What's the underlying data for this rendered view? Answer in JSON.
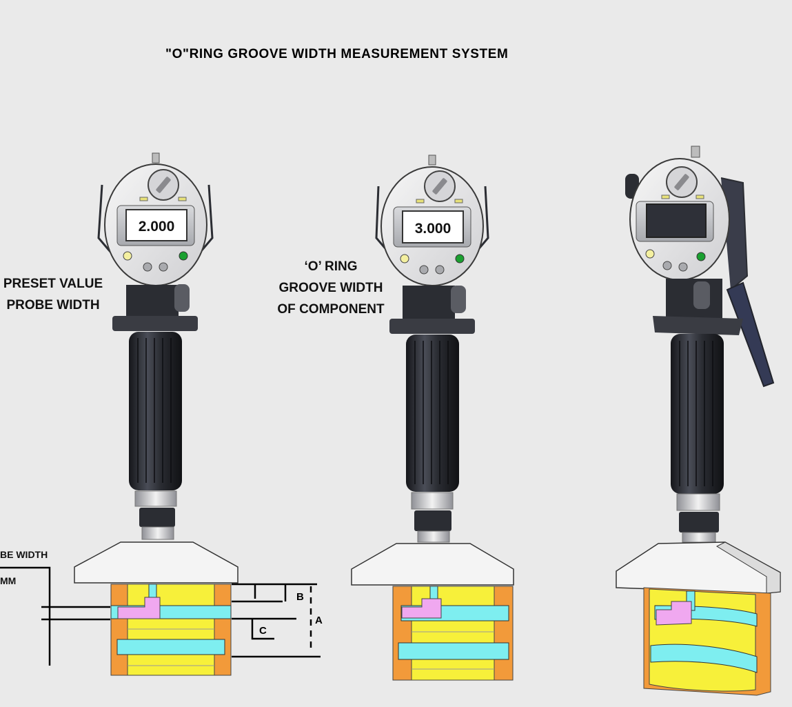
{
  "title": "\"O\"RING GROOVE WIDTH MEASUREMENT SYSTEM",
  "gauges": [
    {
      "readout": "2.000"
    },
    {
      "readout": "3.000"
    },
    {
      "readout": ""
    }
  ],
  "labels": {
    "preset_line1": "PRESET VALUE",
    "preset_line2": "PROBE WIDTH",
    "oring_line1": "‘O’ RING",
    "oring_line2": "GROOVE WIDTH",
    "oring_line3": "OF COMPONENT",
    "probe_width_cut": "BE WIDTH",
    "mm_cut": "MM"
  },
  "dimensions": {
    "a": "A",
    "b": "B",
    "c": "C"
  },
  "colors": {
    "background": "#eaeaea",
    "grip": "#2b2d33",
    "body_orange": "#f29a3a",
    "groove_yellow": "#f7f03a",
    "groove_cyan": "#7eeef0",
    "probe_pink": "#f0a8f0",
    "led_yellow": "#f4f0a0",
    "led_green": "#1aa030"
  }
}
